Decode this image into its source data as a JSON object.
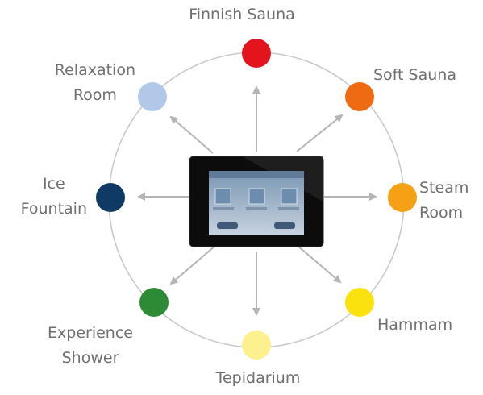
{
  "nodes": [
    {
      "id": "finnish",
      "label_lines": [
        "Finnish Sauna"
      ],
      "color": "#e3141b"
    },
    {
      "id": "soft",
      "label_lines": [
        "Soft Sauna"
      ],
      "color": "#ef6b12"
    },
    {
      "id": "steam",
      "label_lines": [
        "Steam",
        "Room"
      ],
      "color": "#f5a015"
    },
    {
      "id": "hammam",
      "label_lines": [
        "Hammam"
      ],
      "color": "#fbe20e"
    },
    {
      "id": "tepidarium",
      "label_lines": [
        "Tepidarium"
      ],
      "color": "#fdf08f"
    },
    {
      "id": "experience",
      "label_lines": [
        "Experience",
        "Shower"
      ],
      "color": "#2e8b35"
    },
    {
      "id": "ice",
      "label_lines": [
        "Ice",
        "Fountain"
      ],
      "color": "#0f3a66"
    },
    {
      "id": "relax",
      "label_lines": [
        "Relaxation",
        "Room"
      ],
      "color": "#b2c8e8"
    }
  ]
}
